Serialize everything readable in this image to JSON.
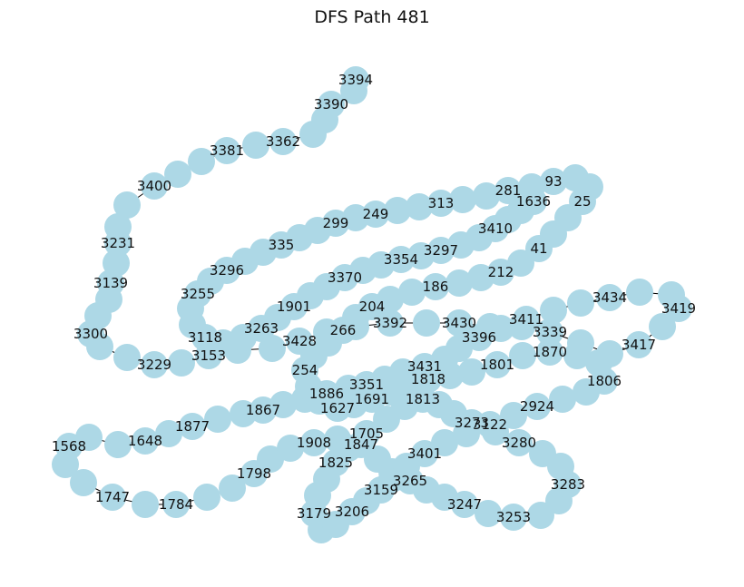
{
  "title": "DFS Path 481",
  "node_color": "#add8e6",
  "label_color": "#111111",
  "nodes": [
    {
      "label": "3394"
    },
    {
      "label": "3390"
    },
    {
      "label": "3362"
    },
    {
      "label": "3381"
    },
    {
      "label": "3400"
    },
    {
      "label": "3231"
    },
    {
      "label": "3139"
    },
    {
      "label": "3300"
    },
    {
      "label": "3229"
    },
    {
      "label": "3153"
    },
    {
      "label": "3428"
    },
    {
      "label": "3392"
    },
    {
      "label": "3430"
    },
    {
      "label": "3339"
    },
    {
      "label": "3417"
    },
    {
      "label": "3419"
    },
    {
      "label": "3434"
    },
    {
      "label": "3411"
    },
    {
      "label": "3396"
    },
    {
      "label": "3431"
    },
    {
      "label": "3351"
    },
    {
      "label": "1886"
    },
    {
      "label": "1867"
    },
    {
      "label": "1877"
    },
    {
      "label": "1648"
    },
    {
      "label": "1568"
    },
    {
      "label": "1747"
    },
    {
      "label": "1784"
    },
    {
      "label": "1798"
    },
    {
      "label": "1908"
    },
    {
      "label": "1847"
    },
    {
      "label": "3265"
    },
    {
      "label": "3247"
    },
    {
      "label": "3253"
    },
    {
      "label": "3283"
    },
    {
      "label": "3280"
    },
    {
      "label": "3273"
    },
    {
      "label": "1813"
    },
    {
      "label": "1705"
    },
    {
      "label": "1825"
    },
    {
      "label": "3179"
    },
    {
      "label": "3206"
    },
    {
      "label": "3159"
    },
    {
      "label": "3401"
    },
    {
      "label": "3122"
    },
    {
      "label": "2924"
    },
    {
      "label": "1806"
    },
    {
      "label": "1870"
    },
    {
      "label": "1801"
    },
    {
      "label": "1818"
    },
    {
      "label": "1691"
    },
    {
      "label": "1627"
    },
    {
      "label": "254"
    },
    {
      "label": "266"
    },
    {
      "label": "204"
    },
    {
      "label": "186"
    },
    {
      "label": "212"
    },
    {
      "label": "41"
    },
    {
      "label": "25"
    },
    {
      "label": "93"
    },
    {
      "label": "281"
    },
    {
      "label": "313"
    },
    {
      "label": "249"
    },
    {
      "label": "299"
    },
    {
      "label": "335"
    },
    {
      "label": "3296"
    },
    {
      "label": "3255"
    },
    {
      "label": "3118"
    },
    {
      "label": "3263"
    },
    {
      "label": "1901"
    },
    {
      "label": "3370"
    },
    {
      "label": "3354"
    },
    {
      "label": "3297"
    },
    {
      "label": "3410"
    },
    {
      "label": "1636"
    }
  ]
}
